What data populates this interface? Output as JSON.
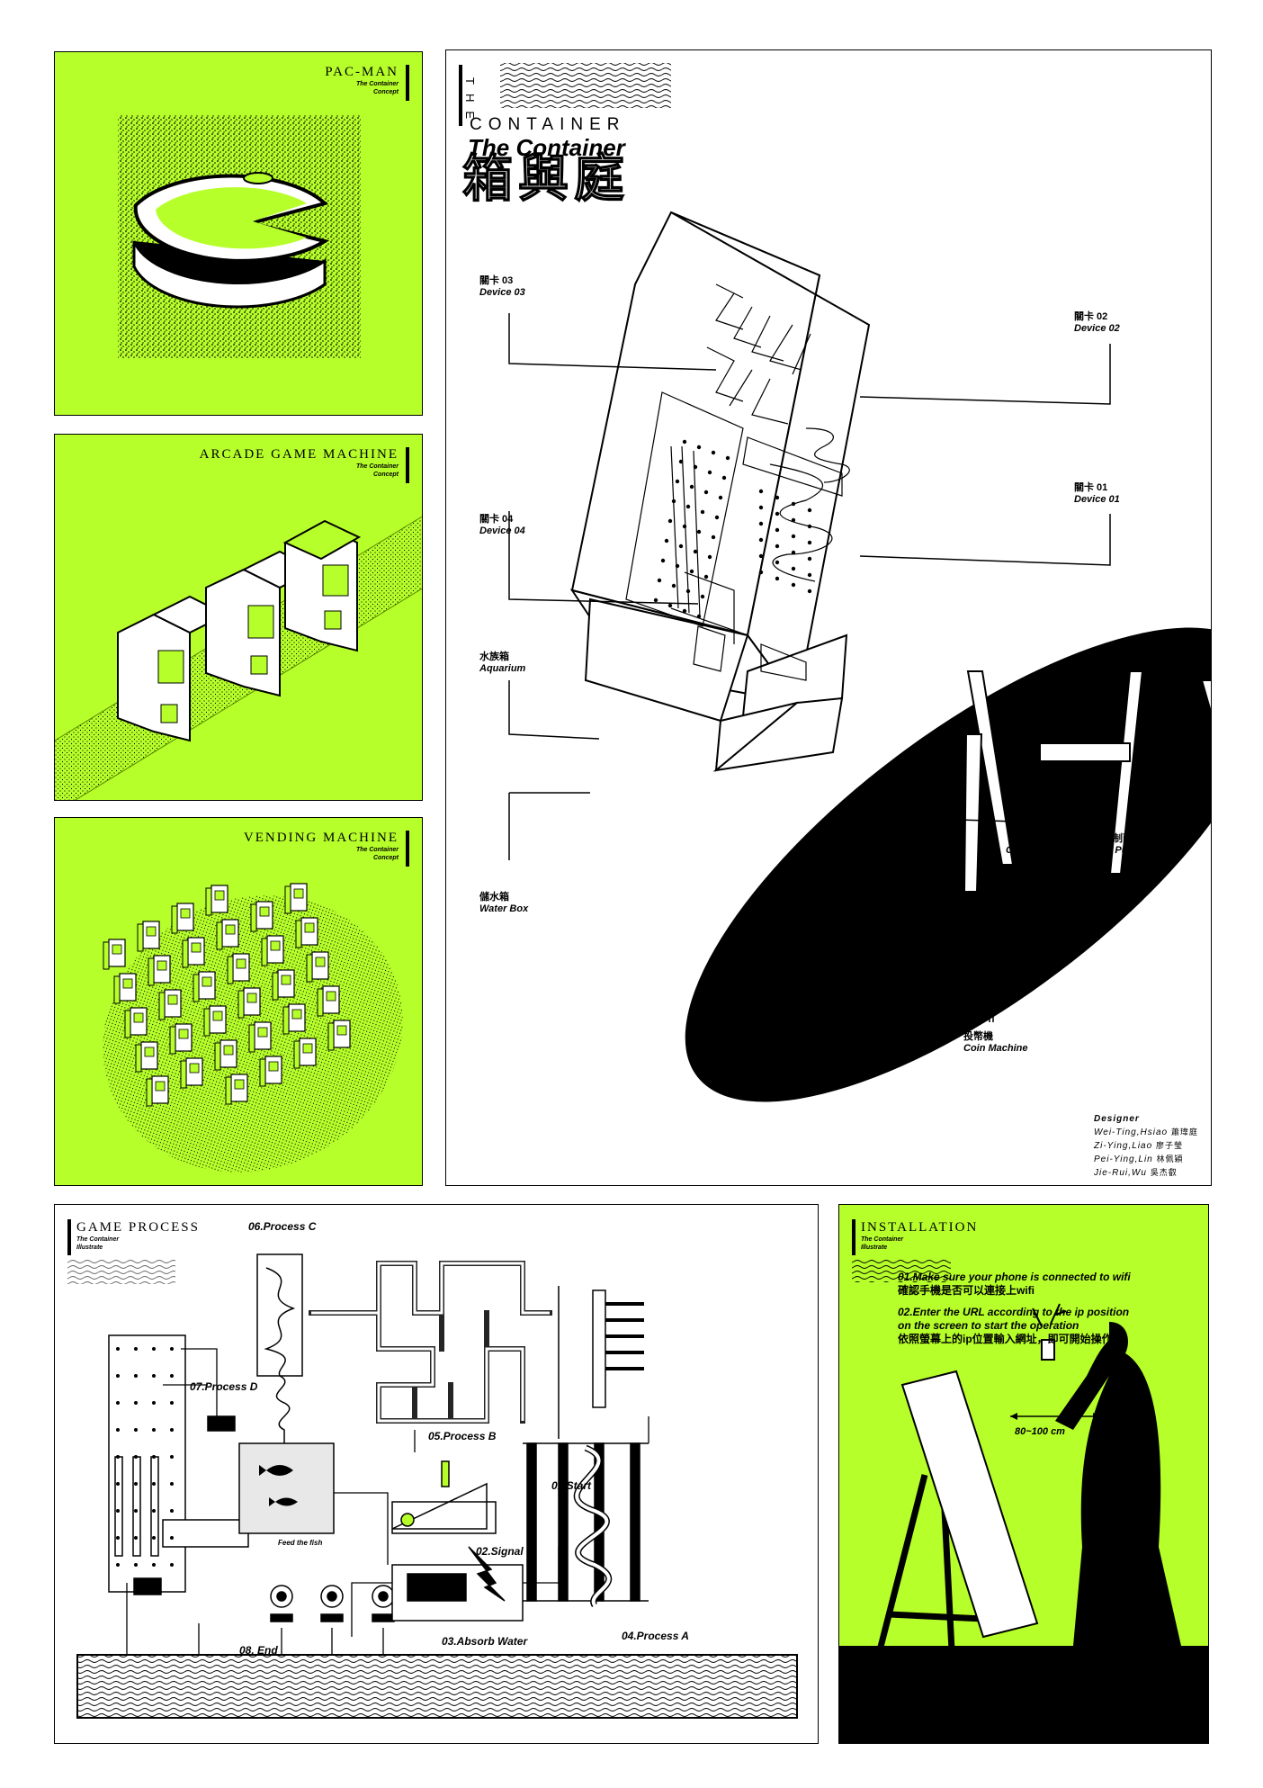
{
  "panels": {
    "pacman": {
      "title": "PAC-MAN",
      "sub1": "The Container",
      "sub2": "Concept"
    },
    "arcade": {
      "title": "ARCADE GAME MACHINE",
      "sub1": "The Container",
      "sub2": "Concept"
    },
    "vending": {
      "title": "VENDING MACHINE",
      "sub1": "The Container",
      "sub2": "Concept"
    }
  },
  "main": {
    "vertical_word": "THE",
    "word": "CONTAINER",
    "title": "The Container",
    "cn_title": "箱與庭",
    "labels": [
      {
        "cn": "關卡 03",
        "en": "Device 03"
      },
      {
        "cn": "關卡 02",
        "en": "Device 02"
      },
      {
        "cn": "關卡 01",
        "en": "Device 01"
      },
      {
        "cn": "關卡 04",
        "en": "Device 04"
      },
      {
        "cn": "水族箱",
        "en": "Aquarium"
      },
      {
        "cn": "控制面板",
        "en": "Control Board & Water Pump"
      },
      {
        "cn": "儲水箱",
        "en": "Water Box"
      },
      {
        "cn": "投幣機",
        "en": "Coin Machine"
      }
    ],
    "designer": {
      "heading": "Designer",
      "names": [
        {
          "en": "Wei-Ting,Hsiao",
          "cn": "蕭瑋庭"
        },
        {
          "en": "Zi-Ying,Liao",
          "cn": "廖子瑩"
        },
        {
          "en": "Pei-Ying,Lin",
          "cn": "林佩穎"
        },
        {
          "en": "Jie-Rui,Wu",
          "cn": "吳杰叡"
        }
      ]
    }
  },
  "process": {
    "title": "GAME PROCESS",
    "sub1": "The Container",
    "sub2": "Illustrate",
    "steps": {
      "s01": "01.Start",
      "s02": "02.Signal",
      "s03": "03.Absorb Water",
      "s04": "04.Process A",
      "s05": "05.Process B",
      "s06": "06.Process C",
      "s07": "07.Process D",
      "s08": "08. End"
    },
    "feed": "Feed the fish"
  },
  "installation": {
    "title": "INSTALLATION",
    "sub1": "The Container",
    "sub2": "Illustrate",
    "step1_en": "01.Make sure your phone is connected to wifi",
    "step1_cn": "確認手機是否可以連接上wifi",
    "step2_en1": "02.Enter the URL according to the ip position",
    "step2_en2": "on the screen to start the operation",
    "step2_cn": "依照螢幕上的ip位置輸入網址，即可開始操作",
    "distance": "80~100 cm"
  },
  "colors": {
    "accent": "#b6ff2a",
    "ink": "#000000",
    "paper": "#ffffff"
  }
}
